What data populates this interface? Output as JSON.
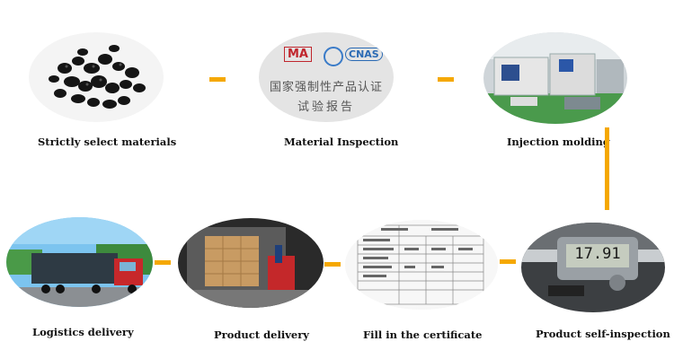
{
  "steps": [
    {
      "label": "Strictly select  materials"
    },
    {
      "label": "Material Inspection",
      "image_text": {
        "cert_logos": [
          "MA",
          "CNAS"
        ],
        "cert_line1": "国家强制性产品认证",
        "cert_line2": "试验报告"
      }
    },
    {
      "label": "Injection molding"
    },
    {
      "label": "Product self-inspection",
      "image_text": {
        "caliper_reading": "17.91"
      }
    },
    {
      "label": "Fill in the certificate"
    },
    {
      "label": "Product delivery"
    },
    {
      "label": "Logistics delivery"
    }
  ],
  "colors": {
    "connector": "#f5a800",
    "text": "#111111"
  }
}
